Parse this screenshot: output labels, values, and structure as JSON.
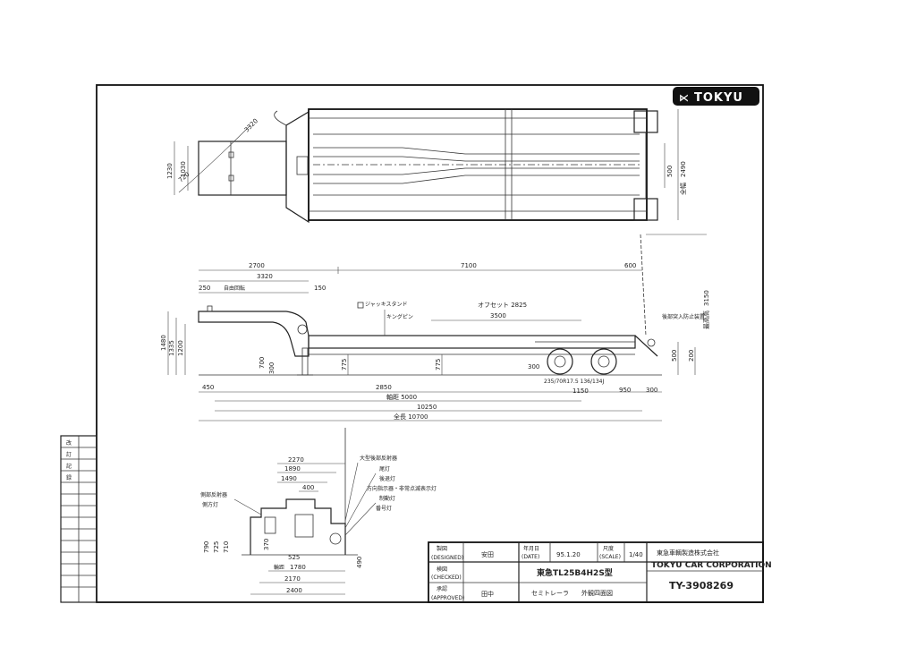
{
  "brand": {
    "logo_text": "TOKYU"
  },
  "plan_view": {
    "dims": {
      "a": "1230",
      "b": "1030",
      "c": "720",
      "d": "3320",
      "e": "500",
      "f": "2490",
      "f_prefix": "全幅"
    }
  },
  "side_view": {
    "dims": {
      "d2700": "2700",
      "d7100": "7100",
      "d600": "600",
      "d3320": "3320",
      "d250": "250",
      "d250_lbl": "自由回転",
      "d150": "150",
      "d1480": "1480",
      "d1335": "1335",
      "d1200": "1200",
      "d700": "700",
      "d300": "300",
      "d775a": "775",
      "d775b": "775",
      "d3500": "3500",
      "offset": "オフセット 2825",
      "d3150": "3150",
      "d3150_pre": "最高高",
      "d500": "500",
      "d200": "200",
      "d300b": "300",
      "tire": "235/70R17.5 136/134J",
      "d450": "450",
      "d2850": "2850",
      "d1150": "1150",
      "d950": "950",
      "d300c": "300",
      "wheelbase": "軸距 5000",
      "d10250": "10250",
      "overall": "全長 10700"
    },
    "labels": {
      "l1": "ジャッキスタンド",
      "l2": "キングピン",
      "l3": "後部突入防止装置"
    }
  },
  "rear_view": {
    "dims": {
      "d2270": "2270",
      "d1890": "1890",
      "d1490": "1490",
      "d400": "400",
      "d790": "790",
      "d725": "725",
      "d710": "710",
      "d370": "370",
      "d525": "525",
      "d490": "490",
      "d1780": "1780",
      "d2170": "2170",
      "d2400": "2400",
      "d1780_pre": "輪距"
    },
    "labels": {
      "l1": "大型後部反射器",
      "l2": "尾灯",
      "l3": "後退灯",
      "l4": "方向指示器・非常点滅表示灯",
      "l5": "制動灯",
      "l6": "番号灯",
      "l7": "側部反射器",
      "l8": "側方灯"
    }
  },
  "revision_block": {
    "rows": [
      "改",
      "訂",
      "記",
      "録"
    ]
  },
  "title_block": {
    "designed_jp": "製図",
    "designed_en": "(DESIGNED)",
    "designed_name": "安田",
    "checked_jp": "検図",
    "checked_en": "(CHECKED)",
    "checked_name": "",
    "approved_jp": "承認",
    "approved_en": "(APPROVED)",
    "approved_name": "田中",
    "date_jp": "年月日",
    "date_en": "(DATE)",
    "date_value": "95.1.20",
    "scale_jp": "尺度",
    "scale_en": "(SCALE)",
    "scale_value": "1/40",
    "model": "東急TL25B4H2S型",
    "desc1": "セミトレーラ",
    "desc2": "外観四面図",
    "company_jp": "東急車輌製造株式会社",
    "company_en": "TOKYU CAR CORPORATION",
    "drawing_no": "TY-3908269"
  }
}
